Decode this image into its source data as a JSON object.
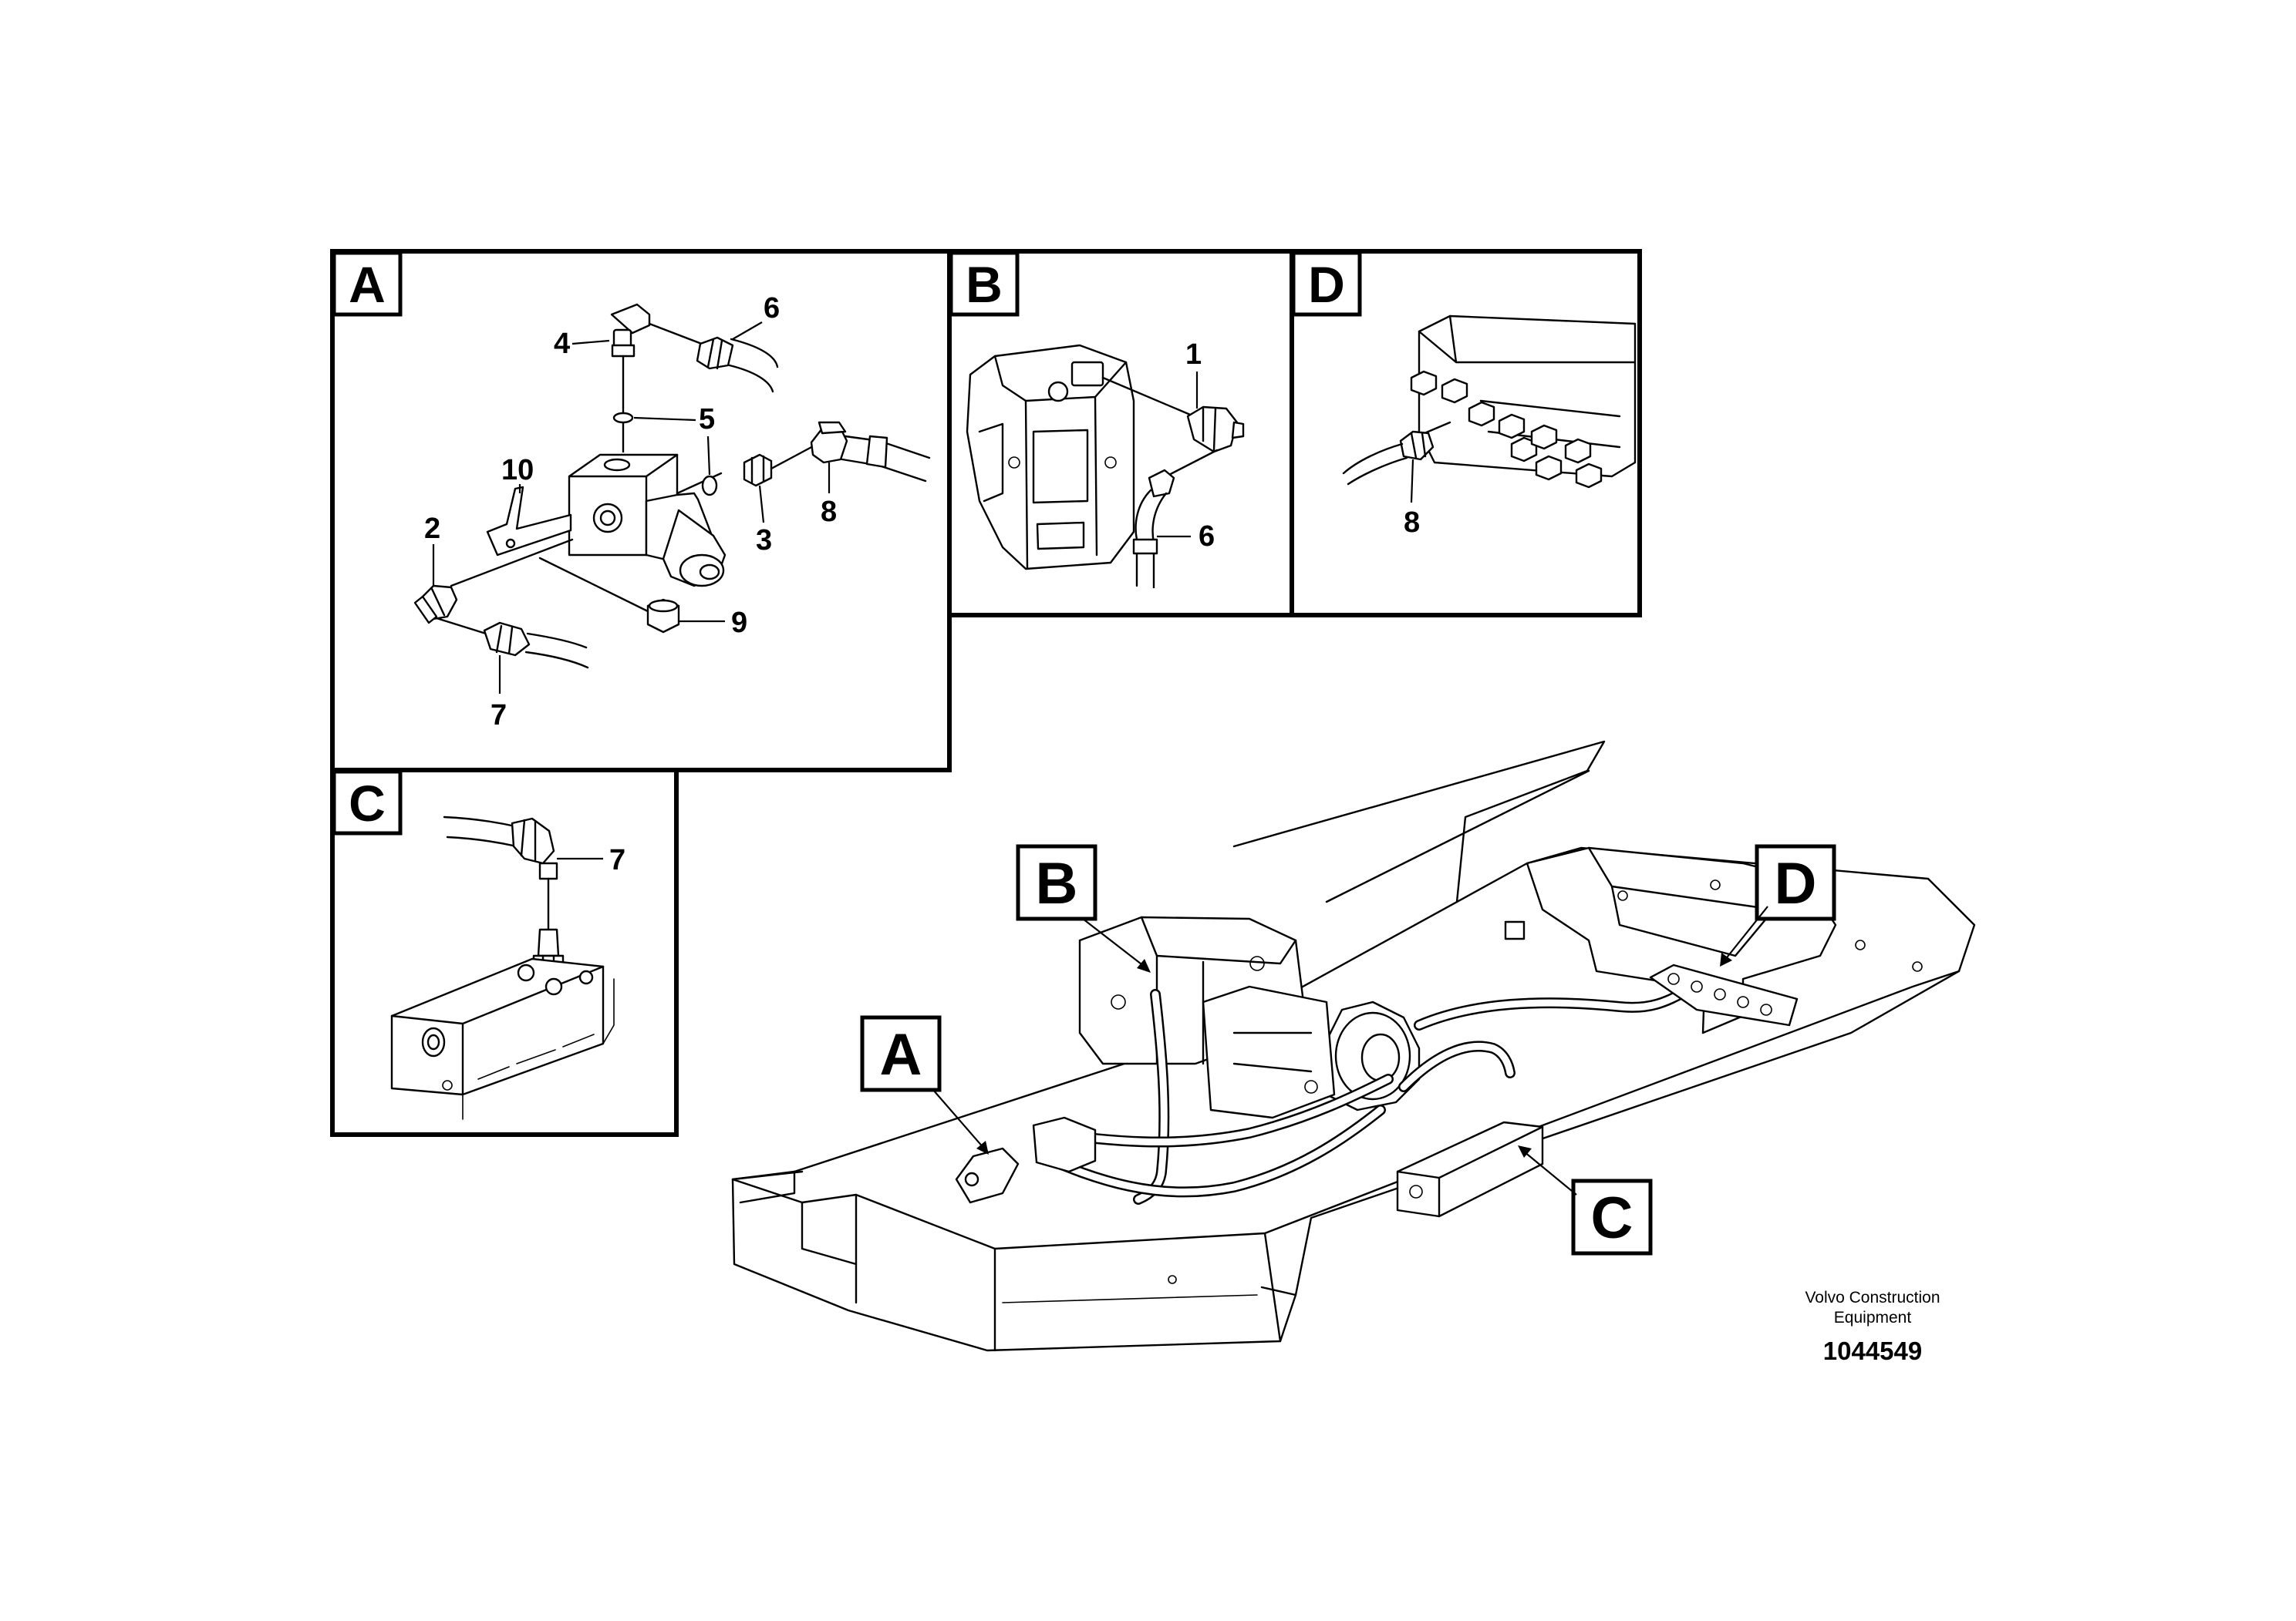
{
  "panels": {
    "A": {
      "label": "A",
      "callouts": [
        "4",
        "6",
        "5",
        "10",
        "3",
        "8",
        "2",
        "9",
        "7"
      ]
    },
    "B": {
      "label": "B",
      "callouts": [
        "1",
        "6"
      ]
    },
    "C": {
      "label": "C",
      "callouts": [
        "7"
      ]
    },
    "D": {
      "label": "D",
      "callouts": [
        "8"
      ]
    }
  },
  "overview": {
    "labels": [
      "B",
      "D",
      "A",
      "C"
    ]
  },
  "footer": {
    "credit_line1": "Volvo Construction",
    "credit_line2": "Equipment",
    "doc_number": "1044549"
  }
}
